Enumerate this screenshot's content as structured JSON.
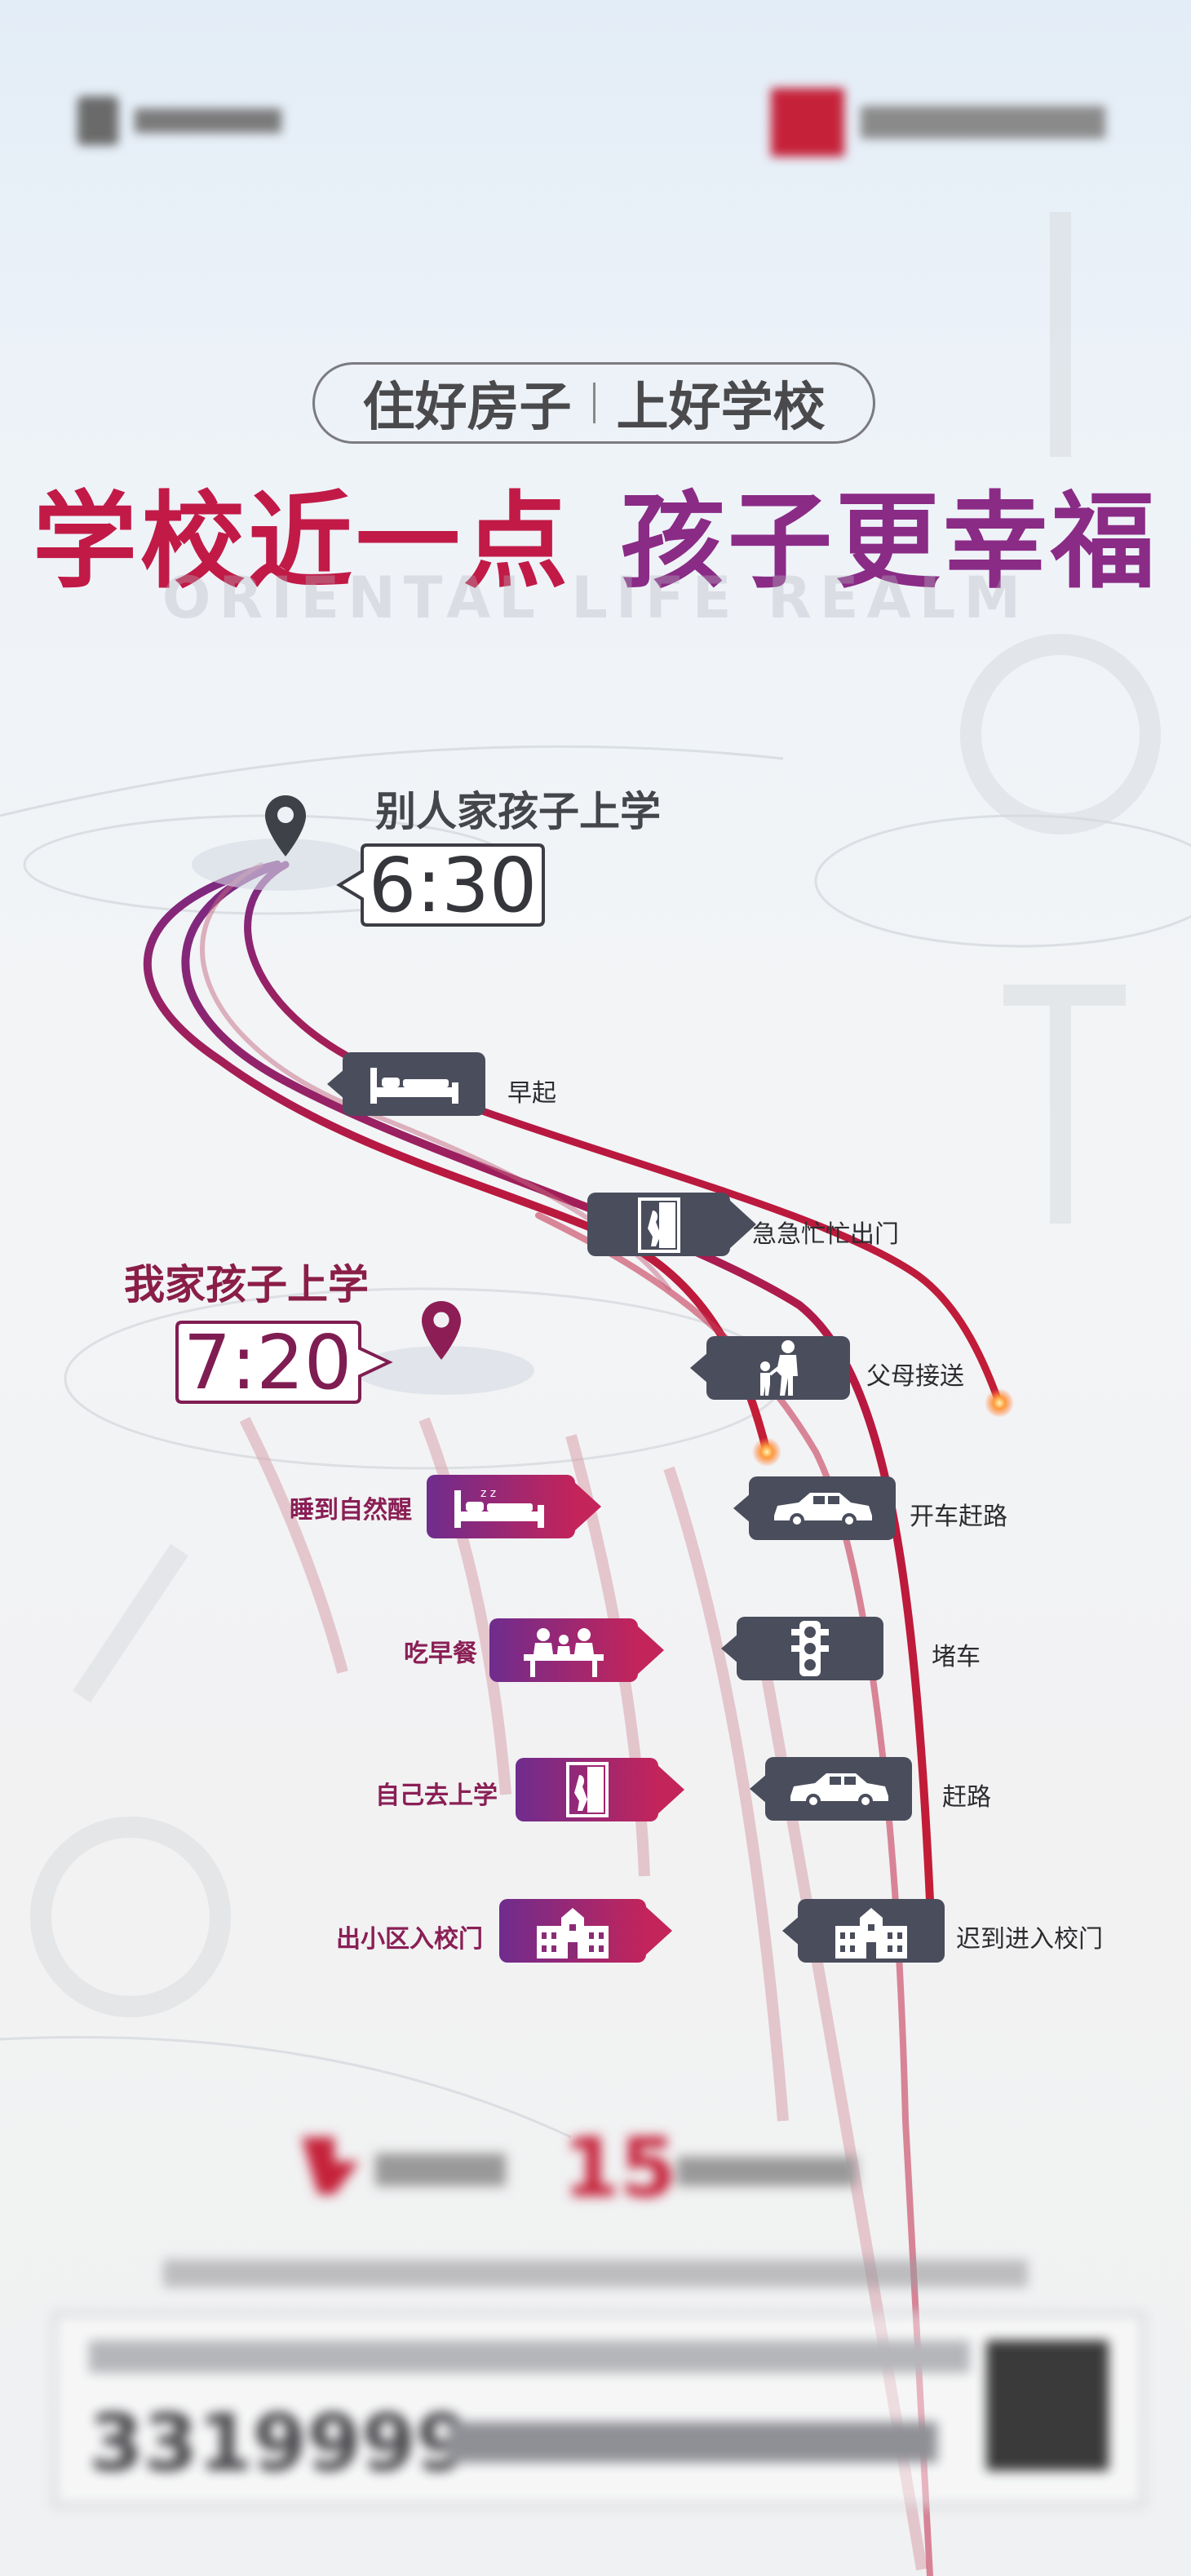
{
  "header": {
    "slogan_left": "住好房子",
    "slogan_right": "上好学校",
    "headline_left": "学校近一点",
    "headline_right": "孩子更幸福",
    "watermark": "ORIENTAL LIFE REALM"
  },
  "others": {
    "label": "别人家孩子上学",
    "time": "6:30",
    "steps": [
      {
        "text": "早起",
        "icon": "bed-icon"
      },
      {
        "text": "急急忙忙出门",
        "icon": "door-icon"
      },
      {
        "text": "父母接送",
        "icon": "parent-child-icon"
      },
      {
        "text": "开车赶路",
        "icon": "car-icon"
      },
      {
        "text": "堵车",
        "icon": "traffic-light-icon"
      },
      {
        "text": "赶路",
        "icon": "car-icon"
      },
      {
        "text": "迟到进入校门",
        "icon": "school-icon"
      }
    ]
  },
  "mine": {
    "label": "我家孩子上学",
    "time": "7:20",
    "steps": [
      {
        "text": "睡到自然醒",
        "icon": "sleeping-bed-icon"
      },
      {
        "text": "吃早餐",
        "icon": "breakfast-icon"
      },
      {
        "text": "自己去上学",
        "icon": "door-icon"
      },
      {
        "text": "出小区入校门",
        "icon": "school-icon"
      }
    ]
  },
  "footer": {
    "number": "15",
    "phone": "3319999"
  },
  "colors": {
    "crimson": "#c11a47",
    "purple": "#8a2b86",
    "dark_tag": "#4a4d5c",
    "route_red": "#b0163c"
  }
}
